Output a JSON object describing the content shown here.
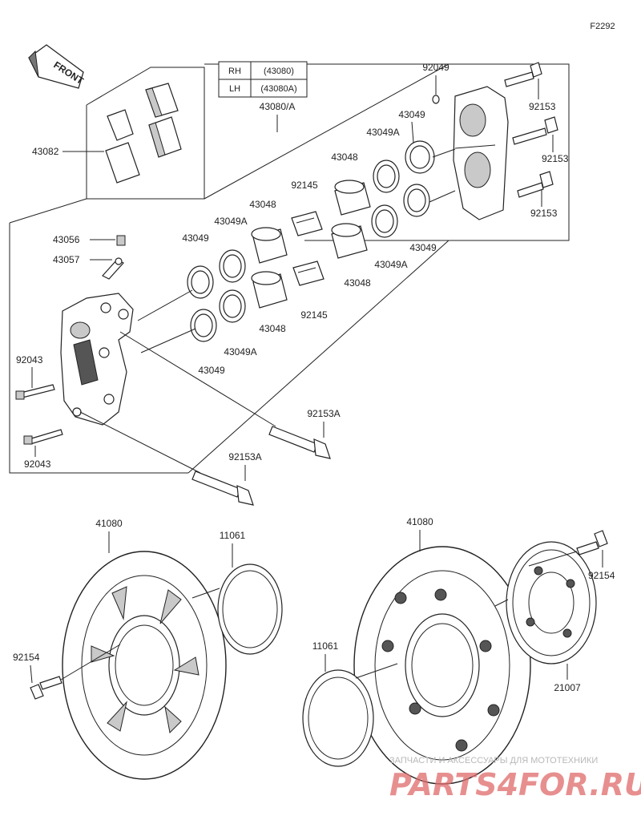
{
  "figure_id": "F2292",
  "front_label": "FRONT",
  "variant_table": [
    {
      "side": "RH",
      "code": "(43080)"
    },
    {
      "side": "LH",
      "code": "(43080A)"
    }
  ],
  "assembly_label": "43080/A",
  "callouts": {
    "c43082": "43082",
    "c43056": "43056",
    "c43057": "43057",
    "c92043_top": "92043",
    "c92043_bottom": "92043",
    "c43049_left_top": "43049",
    "c43049A_left_top": "43049A",
    "c43048_left_top": "43048",
    "c92145_left_top": "92145",
    "c43048_left_bottom": "43048",
    "c92145_left_bottom": "92145",
    "c43049A_left_bottom": "43049A",
    "c43049_left_bottom": "43049",
    "c43048_right_top": "43048",
    "c43049A_right_top": "43049A",
    "c43049_right_top": "43049",
    "c92049": "92049",
    "c92153_a": "92153",
    "c92153_b": "92153",
    "c92153_c": "92153",
    "c43049_right_bottom": "43049",
    "c43049A_right_bottom": "43049A",
    "c43048_right_bottom": "43048",
    "c92153A_a": "92153A",
    "c92153A_b": "92153A",
    "c41080_left": "41080",
    "c11061_left": "11061",
    "c92154_left": "92154",
    "c41080_right": "41080",
    "c11061_right": "11061",
    "c92154_right": "92154",
    "c21007": "21007"
  },
  "watermark": {
    "line1": "ЗАПЧАСТИ И АКСЕССУАРЫ ДЛЯ МОТОТЕХНИКИ",
    "line2": "PARTS4FOR.RU"
  }
}
